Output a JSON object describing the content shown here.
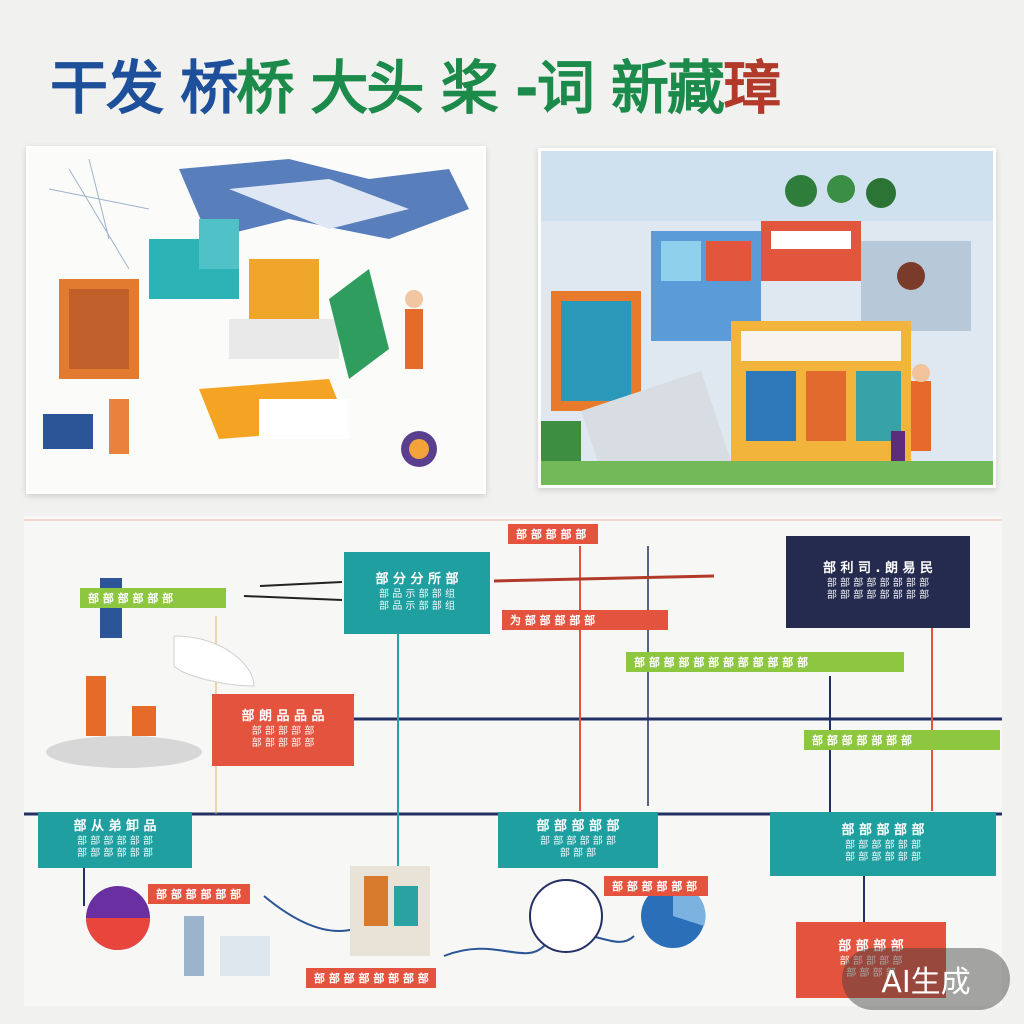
{
  "title": {
    "part1": "干发 桥",
    "part2": "桥 大头 桨 -词 新藏",
    "part3": "璋"
  },
  "timeline": {
    "box_a": {
      "title": "部 分 分 所 部",
      "line1": "部 品 示 部 部 组",
      "line2": "部 品 示 部 部 组"
    },
    "box_b": {
      "title": "部 利 司 . 朗 易 民",
      "line1": "部 部 部 部 部 部 部 部",
      "line2": "部 部 部 部 部 部 部 部"
    },
    "box_c": {
      "title": "部 朗 品 品 品",
      "line1": "部 部 部 部 部",
      "line2": "部 部 部 部 部"
    },
    "box_d": {
      "title": "部 从 弟 卸 品",
      "line1": "部 部 部 部 部 部",
      "line2": "部 部 部 部 部 部"
    },
    "box_e": {
      "title": "部 部 部 部 部",
      "line1": "部 部 部 部 部 部",
      "line2": "部 部 部"
    },
    "box_f": {
      "title": "部 部 部 部 部",
      "line1": "部 部 部 部 部 部",
      "line2": "部 部 部 部 部 部"
    },
    "box_g": {
      "title": "部 部 部 部",
      "line1": "部 部 部 部 部",
      "line2": "部 部 部 部"
    },
    "tag_red_top": "部 部 部 部 部",
    "tag_red_mid": "为 部   部 部 部 部",
    "tag_green_left": "部 部 部 部 部 部",
    "tag_green_mid": "部 部 部 部 部 部 部 部 部 部 部 部",
    "tag_green_right": "部 部 部 部 部 部 部",
    "tag_red_bottom1": "部 部 部 部 部 部",
    "tag_red_bottom2": "部 部 部 部 部 部",
    "tag_red_bottom3": "部 部 部 部 部 部 部 部"
  },
  "watermark": "AI生成",
  "colors": {
    "title_blue": "#1d4f9a",
    "title_green": "#1c8a4a",
    "title_red": "#b23a2a",
    "teal": "#1f9fa0",
    "red": "#e4533d",
    "navy": "#252a4f",
    "green": "#8dc63f"
  }
}
